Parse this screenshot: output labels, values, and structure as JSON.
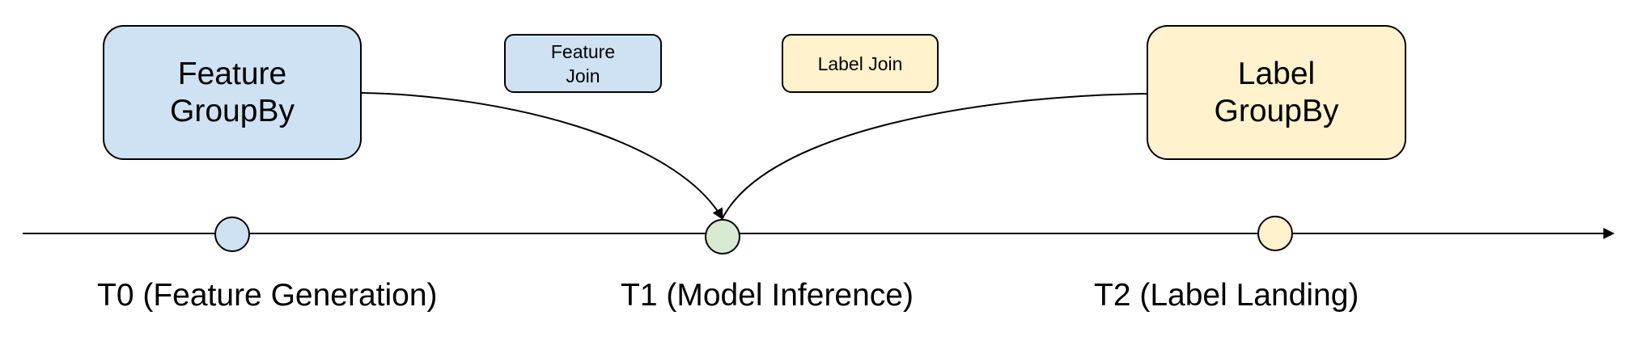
{
  "colors": {
    "feature": "#cfe2f3",
    "label": "#fff2cc",
    "inference": "#d9ead3",
    "stroke": "#000000",
    "background": "#ffffff"
  },
  "boxes": {
    "feature_groupby": "Feature\nGroupBy",
    "feature_join": "Feature\nJoin",
    "label_join": "Label Join",
    "label_groupby": "Label\nGroupBy"
  },
  "timeline": {
    "t0": "T0 (Feature Generation)",
    "t1": "T1 (Model Inference)",
    "t2": "T2 (Label Landing)"
  }
}
